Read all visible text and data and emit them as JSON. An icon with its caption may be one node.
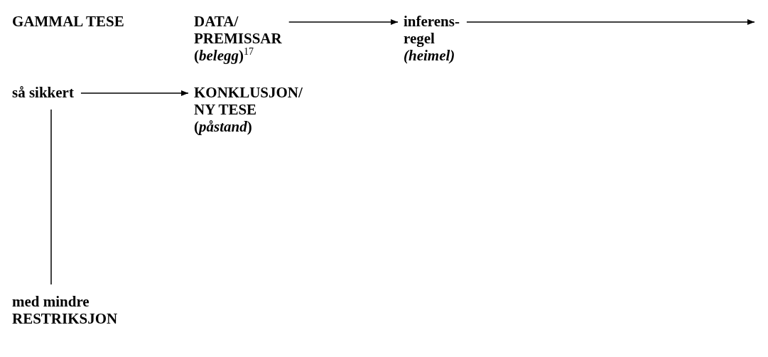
{
  "diagram": {
    "nodes": [
      {
        "text": [
          "GAMMAL TESE"
        ]
      },
      {
        "text": [
          "DATA/ PREMISSAR (*belegg*)$^{17}$"
        ]
      },
      {
        "text": [
          "inferens- regel *(heimel)*"
        ]
      },
      {
        "text": [
          "så sikkert"
        ]
      },
      {
        "text": [
          "KONKLUSJON/ NY TESE (*påstand*)"
        ]
      },
      {
        "text": [
          "med mindre RESTRIKSJON"
        ]
      }
    ],
    "edges": [
      {
        "from": 1,
        "to": 2,
        "arrow": "to"
      },
      {
        "from": 2,
        "to": null,
        "arrow": "to"
      },
      {
        "from": 3,
        "to": 4,
        "arrow": "to"
      },
      {
        "from": 3,
        "to": 5,
        "arrow": "none"
      }
    ]
  }
}
